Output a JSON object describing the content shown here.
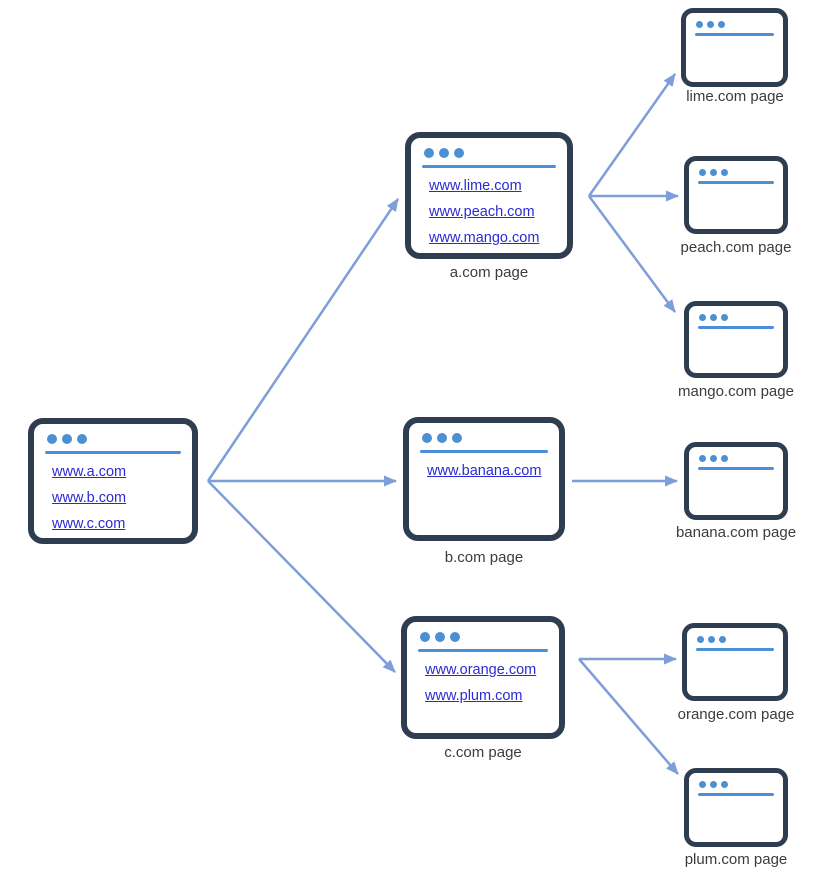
{
  "diagram": {
    "description": "Hyperlink graph of browser windows",
    "colors": {
      "window_border": "#2e3e50",
      "window_dot": "#4a90d2",
      "titlebar_line": "#4a90d9",
      "link": "#2b2bd5",
      "arrow": "#7d9ed9",
      "caption": "#3c3c3c",
      "background": "#ffffff"
    },
    "windows": {
      "root": {
        "caption": "",
        "links": [
          "www.a.com",
          "www.b.com",
          "www.c.com"
        ]
      },
      "a": {
        "caption": "a.com page",
        "links": [
          "www.lime.com",
          "www.peach.com",
          "www.mango.com"
        ]
      },
      "b": {
        "caption": "b.com page",
        "links": [
          "www.banana.com"
        ]
      },
      "c": {
        "caption": "c.com page",
        "links": [
          "www.orange.com",
          "www.plum.com"
        ]
      },
      "lime": {
        "caption": "lime.com page",
        "links": []
      },
      "peach": {
        "caption": "peach.com page",
        "links": []
      },
      "mango": {
        "caption": "mango.com page",
        "links": []
      },
      "banana": {
        "caption": "banana.com page",
        "links": []
      },
      "orange": {
        "caption": "orange.com page",
        "links": []
      },
      "plum": {
        "caption": "plum.com page",
        "links": []
      }
    },
    "edges": [
      {
        "from": "root",
        "to": "a"
      },
      {
        "from": "root",
        "to": "b"
      },
      {
        "from": "root",
        "to": "c"
      },
      {
        "from": "a",
        "to": "lime"
      },
      {
        "from": "a",
        "to": "peach"
      },
      {
        "from": "a",
        "to": "mango"
      },
      {
        "from": "b",
        "to": "banana"
      },
      {
        "from": "c",
        "to": "orange"
      },
      {
        "from": "c",
        "to": "plum"
      }
    ]
  }
}
